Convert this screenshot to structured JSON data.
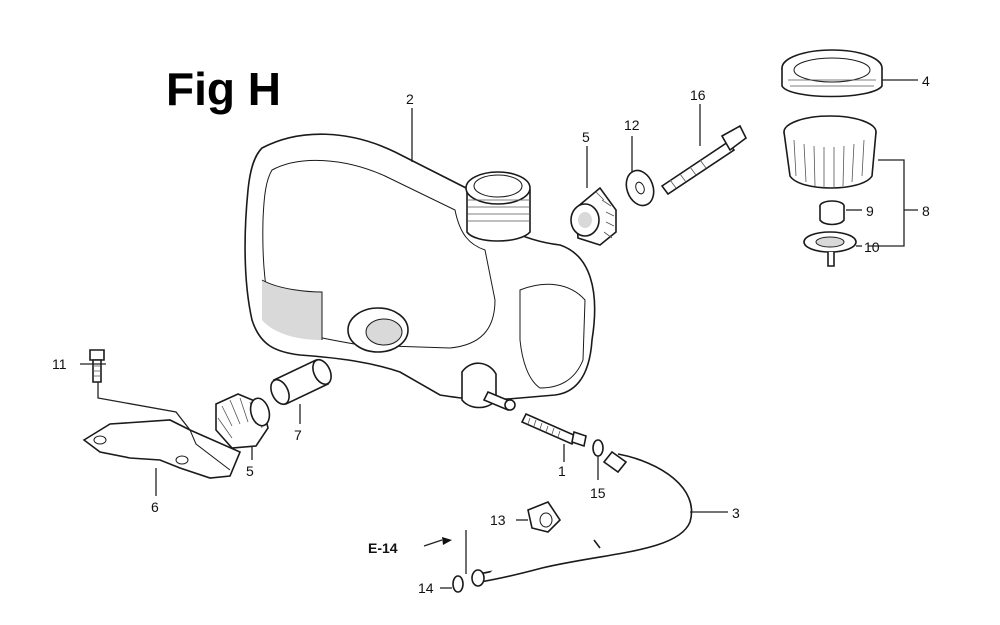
{
  "figure": {
    "title": "Fig H"
  },
  "reference": {
    "label": "E-14"
  },
  "callouts": [
    {
      "id": "c1",
      "number": "1"
    },
    {
      "id": "c2",
      "number": "2"
    },
    {
      "id": "c3",
      "number": "3"
    },
    {
      "id": "c4",
      "number": "4"
    },
    {
      "id": "c5a",
      "number": "5"
    },
    {
      "id": "c5b",
      "number": "5"
    },
    {
      "id": "c6",
      "number": "6"
    },
    {
      "id": "c7",
      "number": "7"
    },
    {
      "id": "c8",
      "number": "8"
    },
    {
      "id": "c9",
      "number": "9"
    },
    {
      "id": "c10",
      "number": "10"
    },
    {
      "id": "c11",
      "number": "11"
    },
    {
      "id": "c12",
      "number": "12"
    },
    {
      "id": "c13",
      "number": "13"
    },
    {
      "id": "c14",
      "number": "14"
    },
    {
      "id": "c15",
      "number": "15"
    },
    {
      "id": "c16",
      "number": "16"
    }
  ]
}
